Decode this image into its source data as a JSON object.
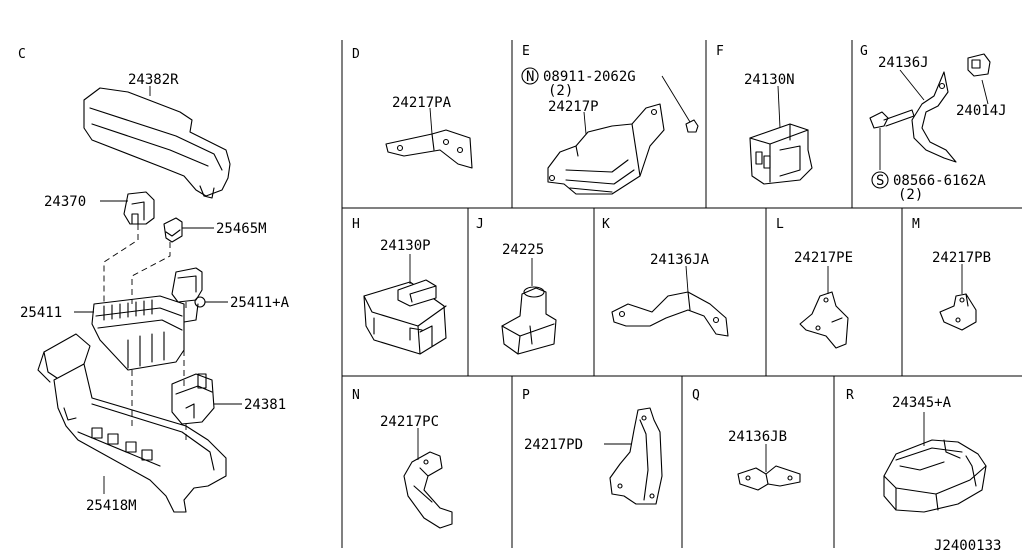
{
  "diagram_id": "J2400133",
  "sections": {
    "C": {
      "letter": "C",
      "parts": [
        "24382R",
        "24370",
        "25465M",
        "25411",
        "25411+A",
        "24381",
        "25418M"
      ]
    },
    "D": {
      "letter": "D",
      "parts": [
        "24217PA"
      ]
    },
    "E": {
      "letter": "E",
      "parts": [
        "24217P"
      ],
      "bolt": {
        "symbol": "N",
        "number": "08911-2062G",
        "qty": "(2)"
      }
    },
    "F": {
      "letter": "F",
      "parts": [
        "24130N"
      ]
    },
    "G": {
      "letter": "G",
      "parts": [
        "24136J",
        "24014J"
      ],
      "bolt": {
        "symbol": "S",
        "number": "08566-6162A",
        "qty": "(2)"
      }
    },
    "H": {
      "letter": "H",
      "parts": [
        "24130P"
      ]
    },
    "J": {
      "letter": "J",
      "parts": [
        "24225"
      ]
    },
    "K": {
      "letter": "K",
      "parts": [
        "24136JA"
      ]
    },
    "L": {
      "letter": "L",
      "parts": [
        "24217PE"
      ]
    },
    "M": {
      "letter": "M",
      "parts": [
        "24217PB"
      ]
    },
    "N": {
      "letter": "N",
      "parts": [
        "24217PC"
      ]
    },
    "P": {
      "letter": "P",
      "parts": [
        "24217PD"
      ]
    },
    "Q": {
      "letter": "Q",
      "parts": [
        "24136JB"
      ]
    },
    "R": {
      "letter": "R",
      "parts": [
        "24345+A"
      ]
    }
  }
}
